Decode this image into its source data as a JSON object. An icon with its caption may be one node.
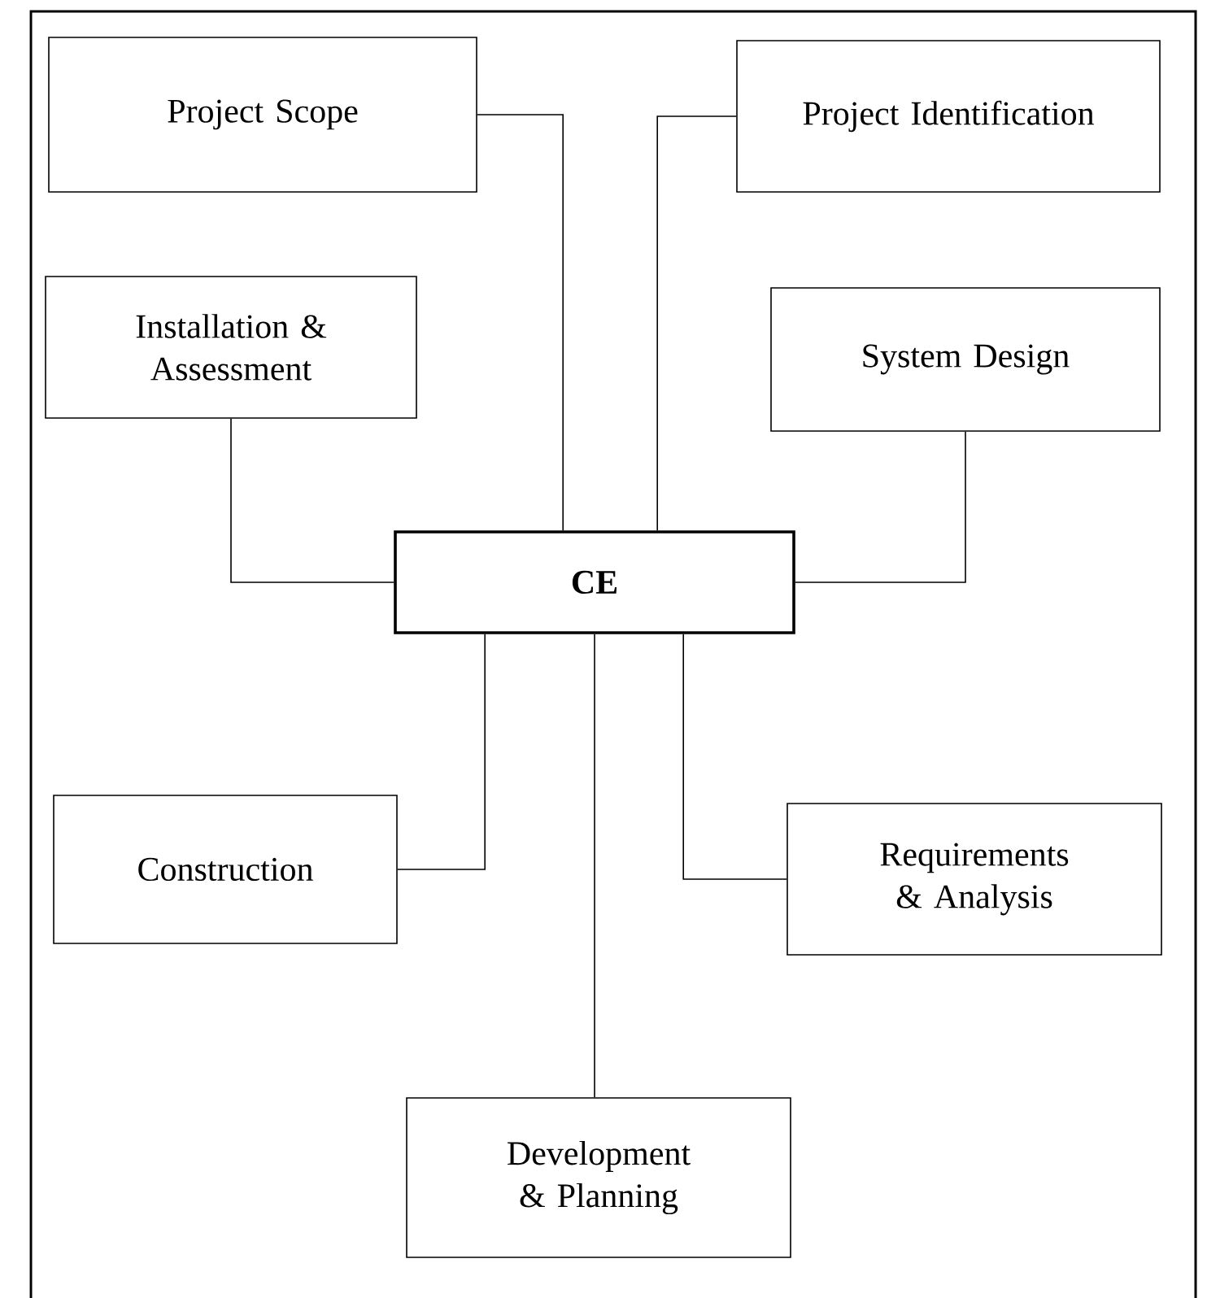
{
  "diagram": {
    "nodes": [
      {
        "text": [
          "Project Scope"
        ]
      },
      {
        "text": [
          "Project Identification"
        ]
      },
      {
        "text": [
          "Installation & Assessment"
        ]
      },
      {
        "text": [
          "System Design"
        ]
      },
      {
        "text": [
          "**CE**"
        ]
      },
      {
        "text": [
          "Construction"
        ]
      },
      {
        "text": [
          "Requirements & Analysis"
        ]
      },
      {
        "text": [
          "Development & Planning"
        ]
      }
    ],
    "edges": [
      {
        "from": 4,
        "to": 0,
        "arrow": "none"
      },
      {
        "from": 4,
        "to": 1,
        "arrow": "none"
      },
      {
        "from": 4,
        "to": 2,
        "arrow": "none"
      },
      {
        "from": 4,
        "to": 3,
        "arrow": "none"
      },
      {
        "from": 4,
        "to": 5,
        "arrow": "none"
      },
      {
        "from": 4,
        "to": 6,
        "arrow": "none"
      },
      {
        "from": 4,
        "to": 7,
        "arrow": "none"
      }
    ]
  }
}
